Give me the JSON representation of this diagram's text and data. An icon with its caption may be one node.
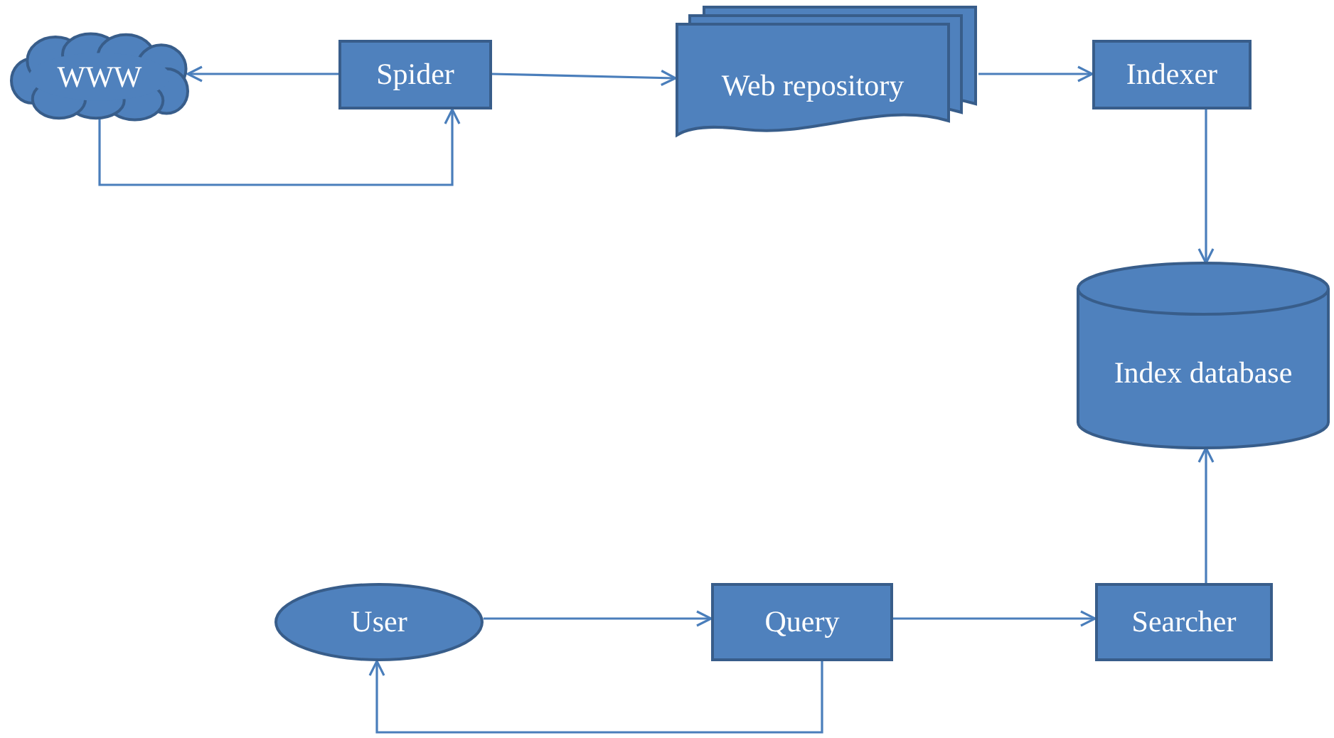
{
  "diagram": {
    "nodes": [
      {
        "text": [
          "WWW"
        ]
      },
      {
        "text": [
          "Spider"
        ]
      },
      {
        "text": [
          "Web repository"
        ]
      },
      {
        "text": [
          "Indexer"
        ]
      },
      {
        "text": [
          "Index database"
        ]
      },
      {
        "text": [
          "User"
        ]
      },
      {
        "text": [
          "Query"
        ]
      },
      {
        "text": [
          "Searcher"
        ]
      }
    ],
    "edges": [
      {
        "from": 1,
        "to": 0,
        "arrow": "to"
      },
      {
        "from": 0,
        "to": 1,
        "arrow": "to"
      },
      {
        "from": 1,
        "to": 2,
        "arrow": "to"
      },
      {
        "from": 2,
        "to": 3,
        "arrow": "to"
      },
      {
        "from": 3,
        "to": 4,
        "arrow": "to"
      },
      {
        "from": 7,
        "to": 4,
        "arrow": "to"
      },
      {
        "from": 5,
        "to": 6,
        "arrow": "to"
      },
      {
        "from": 6,
        "to": 7,
        "arrow": "to"
      },
      {
        "from": 6,
        "to": 5,
        "arrow": "to"
      }
    ]
  }
}
